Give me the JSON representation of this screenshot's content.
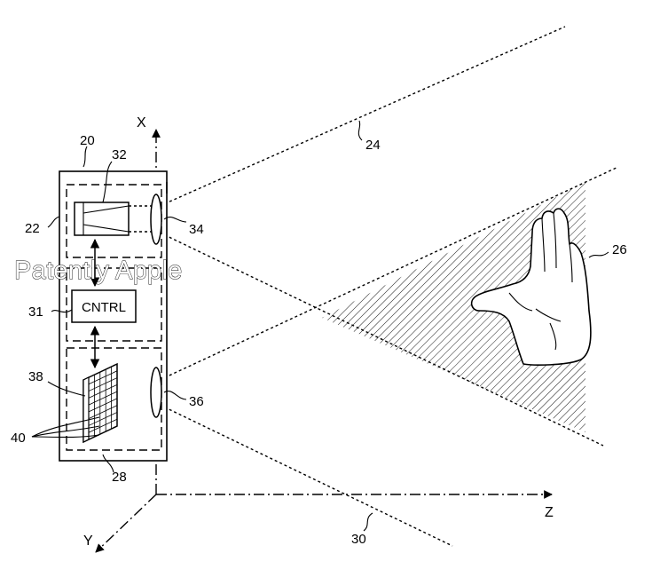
{
  "watermark": "Patently Apple",
  "axes": {
    "x": "X",
    "y": "Y",
    "z": "Z"
  },
  "controller_label": "CNTRL",
  "reference_numerals": {
    "n20": "20",
    "n22": "22",
    "n24": "24",
    "n26": "26",
    "n28": "28",
    "n30": "30",
    "n31": "31",
    "n32": "32",
    "n34": "34",
    "n36": "36",
    "n38": "38",
    "n40": "40"
  }
}
